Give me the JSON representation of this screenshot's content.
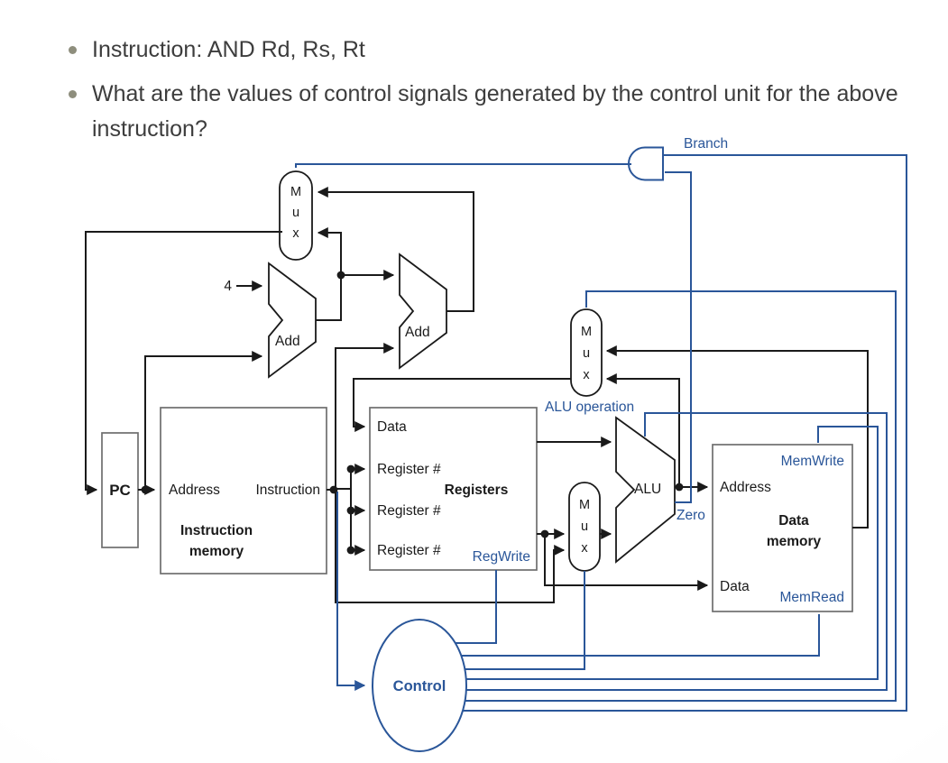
{
  "slide": {
    "bullets": [
      "Instruction: AND Rd, Rs, Rt",
      "What are the values of control signals generated by the control unit for the above instruction?"
    ]
  },
  "diagram": {
    "mux_letters": [
      "M",
      "u",
      "x"
    ],
    "labels": {
      "branch": "Branch",
      "alu_operation": "ALU operation",
      "zero": "Zero",
      "four": "4",
      "add": "Add",
      "alu": "ALU",
      "pc": "PC"
    },
    "instruction_memory": {
      "address": "Address",
      "instruction": "Instruction",
      "title1": "Instruction",
      "title2": "memory"
    },
    "registers": {
      "data": "Data",
      "register1": "Register #",
      "register2": "Register #",
      "register3": "Register #",
      "title": "Registers",
      "regwrite": "RegWrite"
    },
    "data_memory": {
      "address": "Address",
      "data": "Data",
      "title1": "Data",
      "title2": "memory",
      "memwrite": "MemWrite",
      "memread": "MemRead"
    },
    "control": {
      "label": "Control"
    },
    "colors": {
      "signal_blue": "#2a5699",
      "line_black": "#1a1a1a",
      "box_gray": "#6e6e6e",
      "bullet_text": "#3d3d3d",
      "bullet_dot": "#8e8e7d"
    }
  }
}
